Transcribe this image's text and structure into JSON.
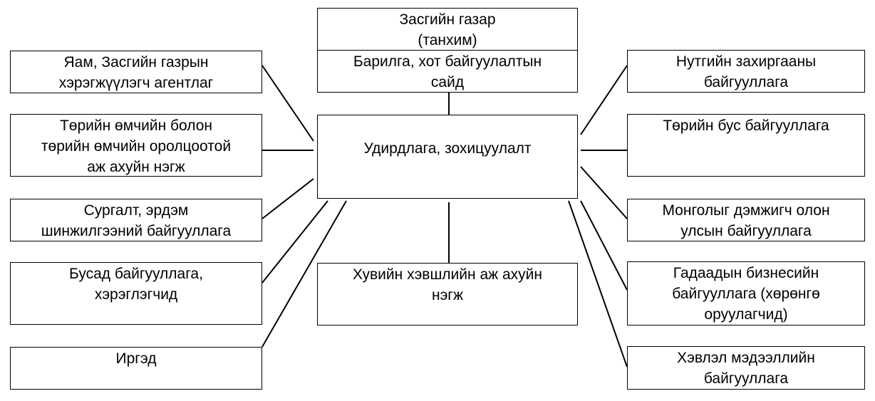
{
  "diagram": {
    "top": {
      "government": "Засгийн газар\n(танхим)",
      "ministry": "Барилга, хот байгуулалтын\nсайд"
    },
    "center": "Удирдлага, зохицуулалт",
    "left": [
      "Яам, Засгийн газрын\nхэрэгжүүлэгч агентлаг",
      "Төрийн өмчийн болон\nтөрийн өмчийн оролцоотой\nаж ахуйн нэгж",
      "Сургалт, эрдэм\nшинжилгээний байгууллага",
      "Бусад байгууллага,\nхэрэглэгчид",
      "Иргэд"
    ],
    "bottom": "Хувийн хэвшлийн аж ахуйн\nнэгж",
    "right": [
      "Нутгийн захиргааны\nбайгууллага",
      "Төрийн бус байгууллага",
      "Монголыг дэмжигч олон\nулсын байгууллага",
      "Гадаадын бизнесийн\nбайгууллага (хөрөнгө\nоруулагчид)",
      "Хэвлэл мэдээллийн\nбайгууллага"
    ]
  }
}
